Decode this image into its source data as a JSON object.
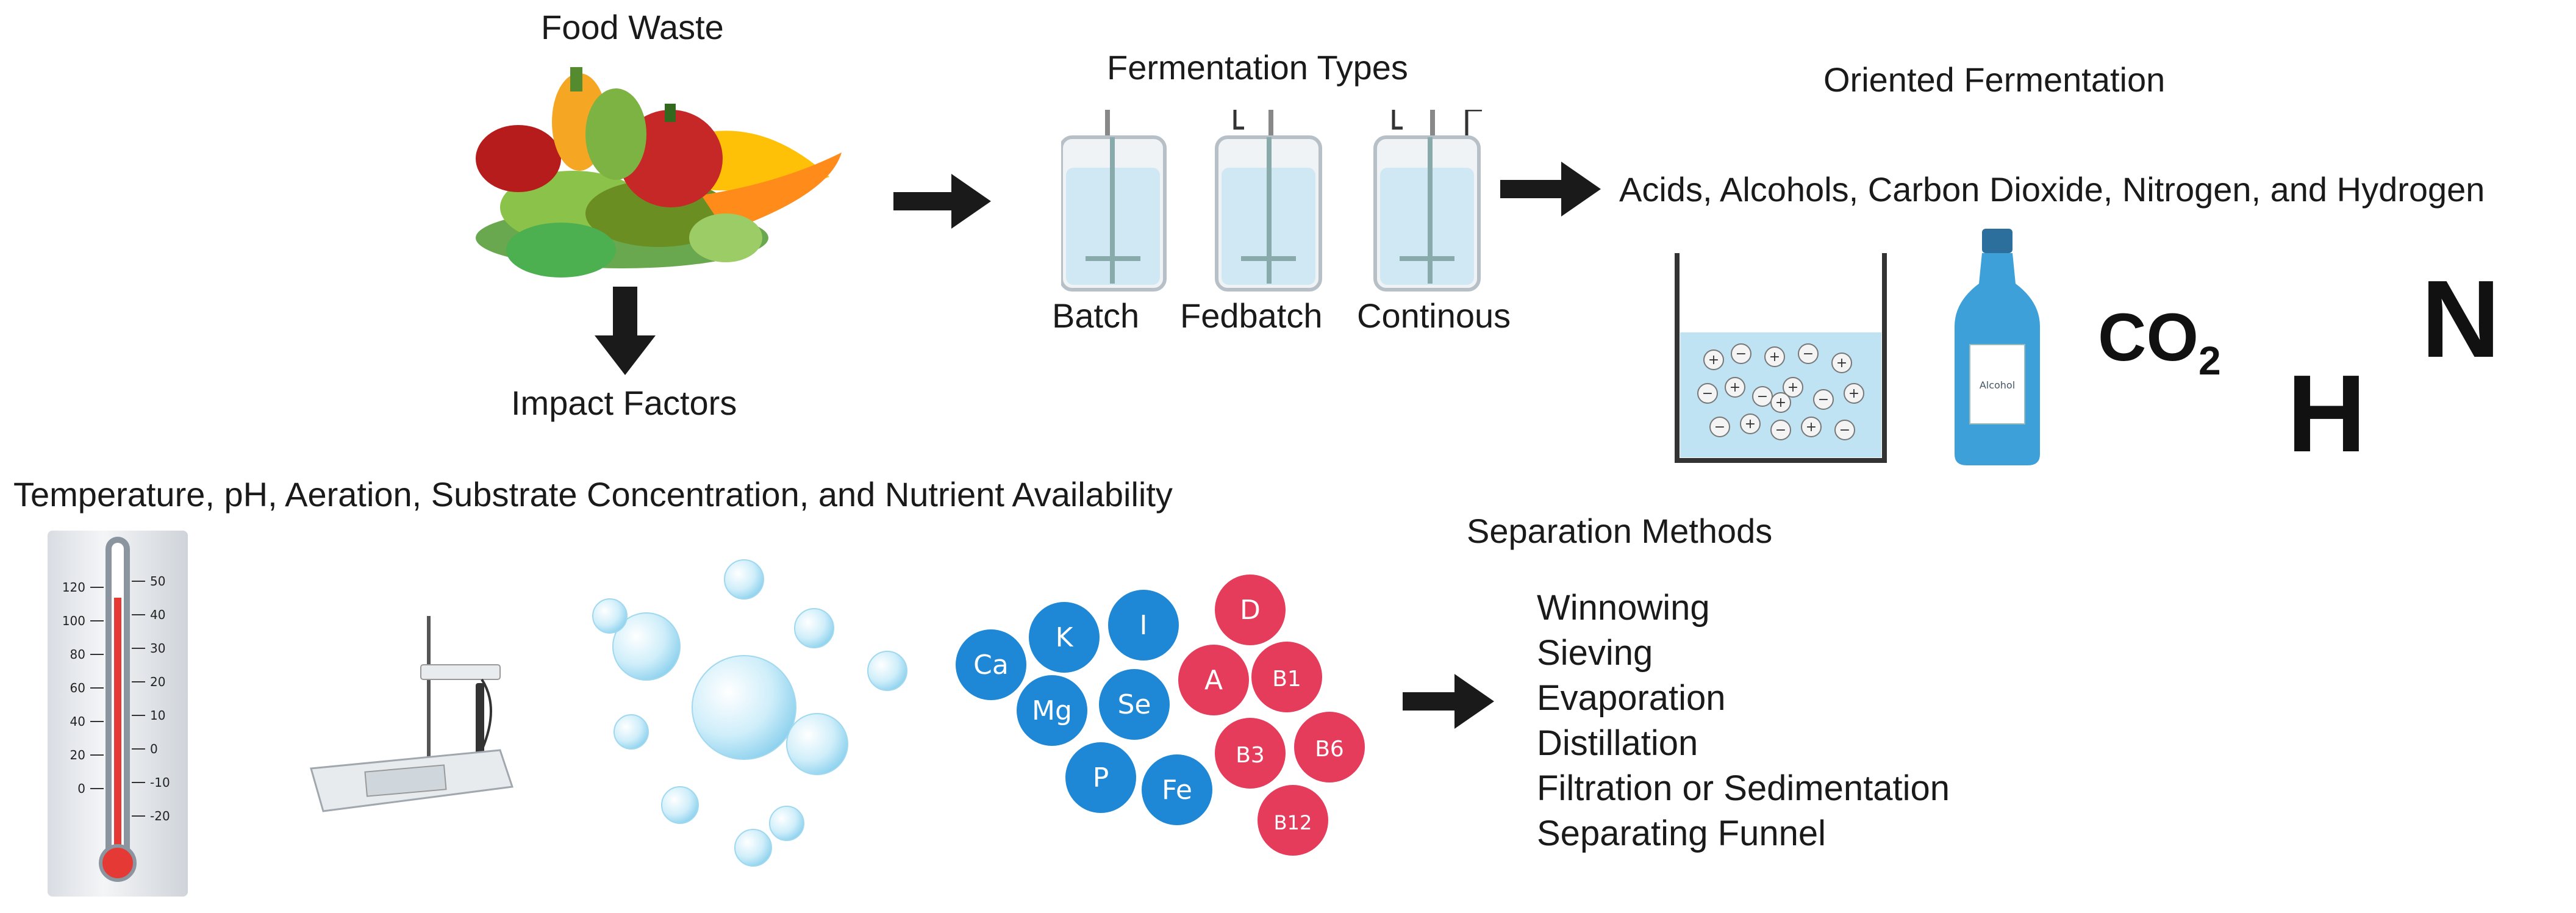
{
  "labels": {
    "food_waste": "Food Waste",
    "impact_factors": "Impact Factors",
    "fermentation_types": "Fermentation Types",
    "batch": "Batch",
    "fedbatch": "Fedbatch",
    "continous": "Continous",
    "oriented_fermentation": "Oriented Fermentation",
    "products": "Acids, Alcohols, Carbon Dioxide, Nitrogen, and Hydrogen",
    "factors": "Temperature, pH, Aeration, Substrate Concentration, and Nutrient Availability",
    "separation_methods": "Separation Methods"
  },
  "symbols": {
    "co2_main": "CO",
    "co2_sub": "2",
    "nitrogen": "N",
    "hydrogen": "H"
  },
  "bottle_label": "Alcohol",
  "separation_list": [
    "Winnowing",
    "Sieving",
    "Evaporation",
    "Distillation",
    "Filtration or Sedimentation",
    "Separating Funnel"
  ],
  "thermometer": {
    "left_scale": [
      "120",
      "100",
      "80",
      "60",
      "40",
      "20",
      "0"
    ],
    "right_scale": [
      "50",
      "40",
      "30",
      "20",
      "10",
      "0",
      "-10",
      "-20"
    ]
  },
  "nutrients": {
    "minerals": [
      "Ca",
      "K",
      "I",
      "Mg",
      "Se",
      "P",
      "Fe"
    ],
    "vitamins": [
      "D",
      "A",
      "B1",
      "B3",
      "B6",
      "B12"
    ]
  },
  "colors": {
    "arrow": "#1a1a1a",
    "mineral": "#1e88d6",
    "vitamin": "#e63c5c",
    "liquid": "#bfe3f2",
    "bottle": "#3da0d8",
    "bubble": "#aee0f5"
  }
}
